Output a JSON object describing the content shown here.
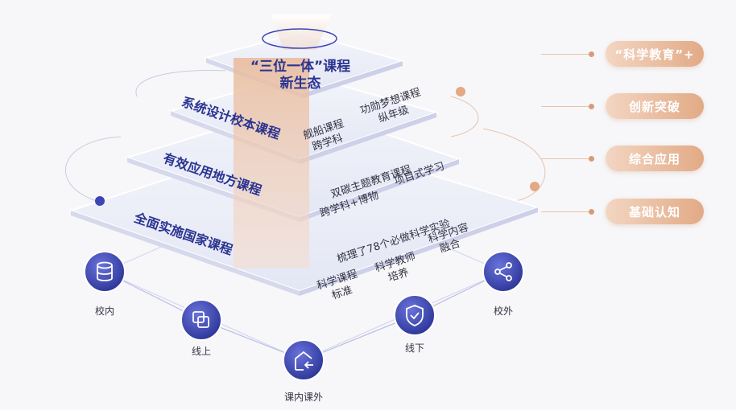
{
  "tiers": {
    "top_line1": "“三位一体”课程",
    "top_line2": "新生态",
    "tier2_title": "系统设计校本课程",
    "tier2_item1_l1": "舰船课程",
    "tier2_item1_l2": "跨学科",
    "tier2_item2_l1": "功勋梦想课程",
    "tier2_item2_l2": "纵年级",
    "tier3_title": "有效应用地方课程",
    "tier3_item1_l1": "双碳主题教育课程",
    "tier3_item1_l2": "跨学科+博物",
    "tier3_item2": "项目式学习",
    "tier4_title": "全面实施国家课程",
    "tier4_item1": "梳理了78个必做科学实验",
    "tier4_item2_l1": "科学课程",
    "tier4_item2_l2": "标准",
    "tier4_item3_l1": "科学教师",
    "tier4_item3_l2": "培养",
    "tier4_item4_l1": "科学内容",
    "tier4_item4_l2": "融合"
  },
  "pills": {
    "p1": "“科学教育”+",
    "p2": "创新突破",
    "p3": "综合应用",
    "p4": "基础认知"
  },
  "nodes": {
    "n1": "校内",
    "n2": "线上",
    "n3": "课内课外",
    "n4": "线下",
    "n5": "校外"
  },
  "colors": {
    "title": "#2a3490",
    "accent_blue": "#3b45b4",
    "pill_start": "#f3d6c2",
    "pill_end": "#e2aa86"
  }
}
